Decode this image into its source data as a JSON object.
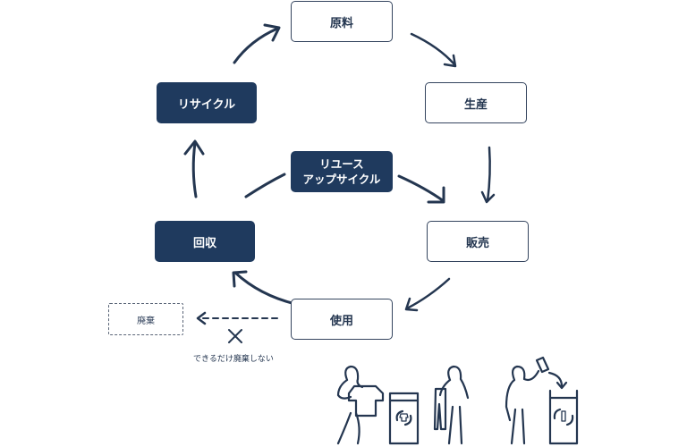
{
  "diagram": {
    "nodes": {
      "raw_material": "原料",
      "production": "生産",
      "sales": "販売",
      "use": "使用",
      "collection": "回収",
      "recycle": "リサイクル",
      "reuse_line1": "リユース",
      "reuse_line2": "アップサイクル",
      "disposal": "廃棄"
    },
    "disposal_note": "できるだけ廃棄しない",
    "colors": {
      "primary": "#1f3a5e",
      "outline": "#34445e",
      "background": "#ffffff"
    },
    "icons": [
      "person-with-shirt-icon",
      "clothing-recycle-bin-icon",
      "person-with-pants-icon",
      "person-throwing-bottle-icon",
      "bottle-recycle-bin-icon"
    ]
  }
}
